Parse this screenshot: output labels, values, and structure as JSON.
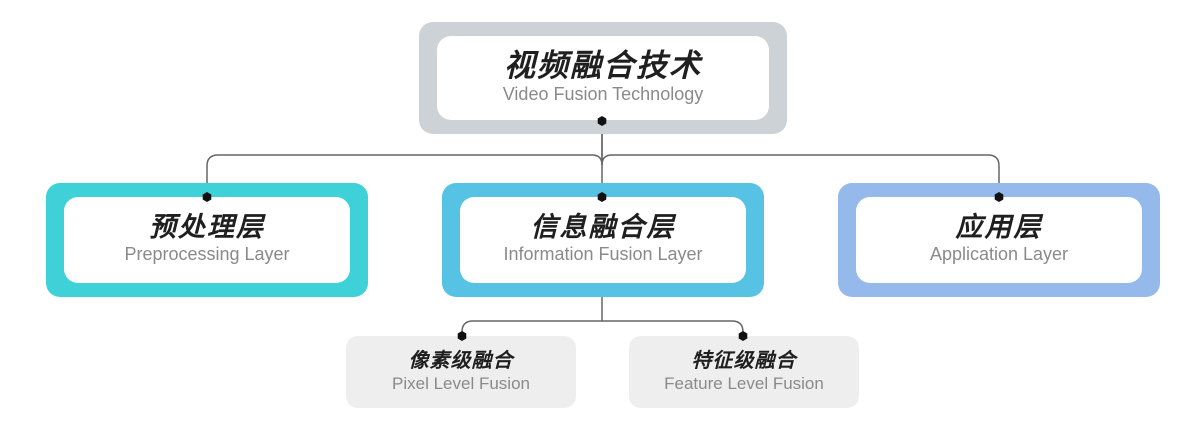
{
  "root": {
    "title_cn": "视频融合技术",
    "title_en": "Video Fusion Technology"
  },
  "layers": [
    {
      "title_cn": "预处理层",
      "title_en": "Preprocessing Layer"
    },
    {
      "title_cn": "信息融合层",
      "title_en": "Information Fusion Layer"
    },
    {
      "title_cn": "应用层",
      "title_en": "Application Layer"
    }
  ],
  "fusion_types": [
    {
      "title_cn": "像素级融合",
      "title_en": "Pixel Level Fusion"
    },
    {
      "title_cn": "特征级融合",
      "title_en": "Feature Level Fusion"
    }
  ],
  "colors": {
    "root_border": "#cdd2d6",
    "preprocessing_border": "#3fd1d8",
    "information_border": "#57c3e4",
    "application_border": "#95b9ea",
    "fusion_type_bg": "#eeeeee",
    "connector": "#666666",
    "dot": "#111111"
  }
}
